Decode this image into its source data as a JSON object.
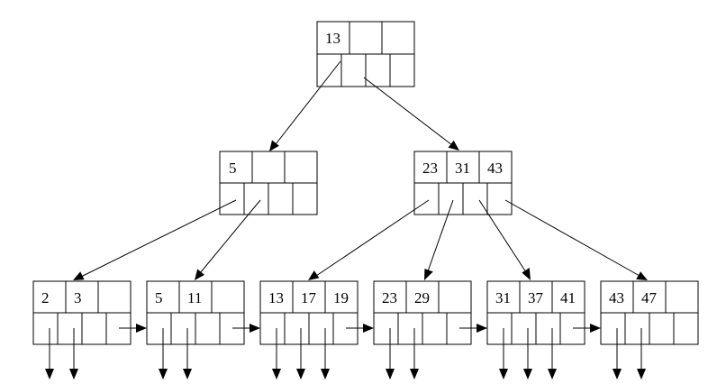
{
  "tree": {
    "root": {
      "keys": [
        "13",
        "",
        ""
      ]
    },
    "internal": [
      {
        "keys": [
          "5",
          "",
          ""
        ]
      },
      {
        "keys": [
          "23",
          "31",
          "43"
        ]
      }
    ],
    "leaves": [
      {
        "keys": [
          "2",
          "3",
          ""
        ]
      },
      {
        "keys": [
          "5",
          "11",
          ""
        ]
      },
      {
        "keys": [
          "13",
          "17",
          "19"
        ]
      },
      {
        "keys": [
          "23",
          "29",
          ""
        ]
      },
      {
        "keys": [
          "31",
          "37",
          "41"
        ]
      },
      {
        "keys": [
          "43",
          "47",
          ""
        ]
      }
    ]
  }
}
